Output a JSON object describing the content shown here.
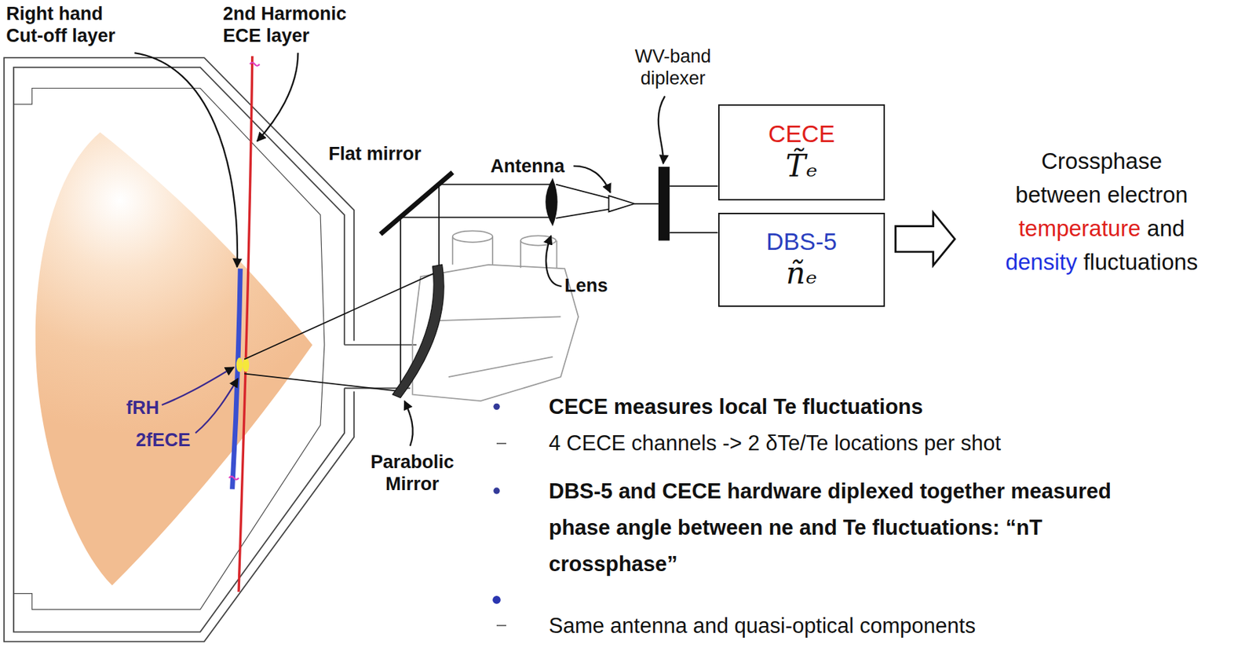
{
  "diagram": {
    "nodes": [
      {
        "text": [
          "CECE",
          "T̃ₑ"
        ]
      },
      {
        "text": [
          "DBS-5",
          "ñₑ"
        ]
      }
    ],
    "labels": [
      "Right hand Cut-off layer",
      "2nd Harmonic ECE layer",
      "WV-band diplexer",
      "Flat mirror",
      "Antenna",
      "Lens",
      "Parabolic Mirror",
      "fRH",
      "2fECE",
      "Crossphase",
      "between electron",
      "temperature",
      "and",
      "density",
      "fluctuations",
      "CECE measures local Te fluctuations",
      "4 CECE channels -> 2 δTe/Te locations per shot",
      "DBS-5 and CECE hardware diplexed together measured phase angle between ne and Te fluctuations: “nT crossphase”",
      "Same antenna and quasi-optical components"
    ]
  }
}
